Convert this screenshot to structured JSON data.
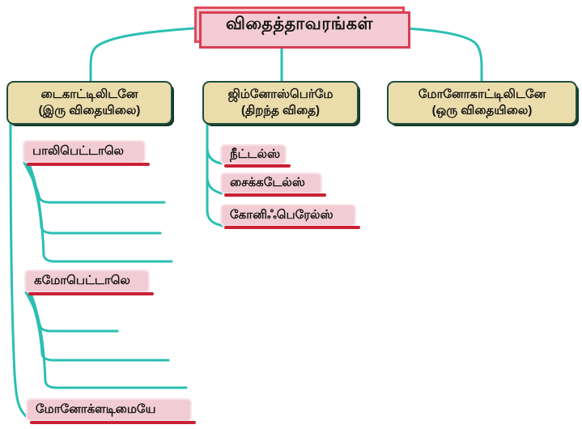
{
  "diagram": {
    "title": "விதைத்தாவரங்கள்",
    "colors": {
      "connector_teal": "#2abfb2",
      "title_fill": "#f3ccd5",
      "title_border": "#e4485c",
      "order_fill": "#ebdcab",
      "order_border": "#1f4e3a",
      "family_fill": "#f2ccd5",
      "family_underline": "#c92136"
    },
    "branches": [
      {
        "name": "டைகாட்டிலிடனே",
        "subtitle": "(இரு விதையிலை)",
        "children": [
          "பாலிபெட்டாலெ",
          "கமோபெட்டாலெ",
          "மோனோக்ளடிமையே"
        ]
      },
      {
        "name": "ஜிம்னோஸ்பெர்மே",
        "subtitle": "(திறந்த விதை)",
        "children": [
          "நீட்டல்ஸ்",
          "சைக்கடேல்ஸ்",
          "கோனிஃபெரேல்ஸ்"
        ]
      },
      {
        "name": "மோனோகாட்டிலிடனே",
        "subtitle": "(ஒரு விதையிலை)",
        "children": []
      }
    ]
  }
}
